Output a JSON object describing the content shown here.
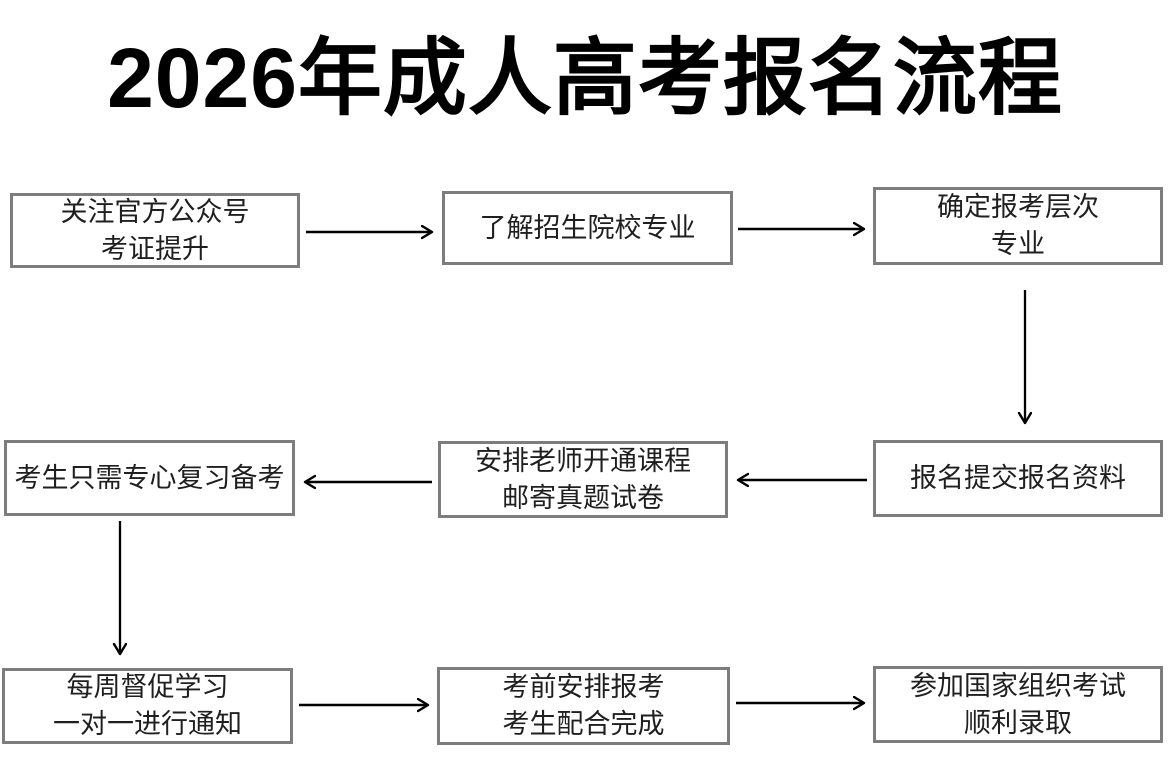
{
  "title": "2026年成人高考报名流程",
  "boxes": [
    {
      "id": "follow-account",
      "lines": [
        "关注官方公众号",
        "考证提升"
      ]
    },
    {
      "id": "learn-majors",
      "lines": [
        "了解招生院校专业"
      ]
    },
    {
      "id": "confirm-level",
      "lines": [
        "确定报考层次",
        "专业"
      ]
    },
    {
      "id": "submit-materials",
      "lines": [
        "报名提交报名资料"
      ]
    },
    {
      "id": "teacher-course",
      "lines": [
        "安排老师开通课程",
        "邮寄真题试卷"
      ]
    },
    {
      "id": "focus-review",
      "lines": [
        "考生只需专心复习备考"
      ]
    },
    {
      "id": "weekly-supervise",
      "lines": [
        "每周督促学习",
        "一对一进行通知"
      ]
    },
    {
      "id": "preexam-arrange",
      "lines": [
        "考前安排报考",
        "考生配合完成"
      ]
    },
    {
      "id": "national-exam",
      "lines": [
        "参加国家组织考试",
        "顺利录取"
      ]
    }
  ],
  "flow_order": [
    [
      "关注官方公众号 考证提升",
      "了解招生院校专业"
    ],
    [
      "了解招生院校专业",
      "确定报考层次 专业"
    ],
    [
      "确定报考层次 专业",
      "报名提交报名资料"
    ],
    [
      "报名提交报名资料",
      "安排老师开通课程 邮寄真题试卷"
    ],
    [
      "安排老师开通课程 邮寄真题试卷",
      "考生只需专心复习备考"
    ],
    [
      "考生只需专心复习备考",
      "每周督促学习 一对一进行通知"
    ],
    [
      "每周督促学习 一对一进行通知",
      "考前安排报考 考生配合完成"
    ],
    [
      "考前安排报考 考生配合完成",
      "参加国家组织考试 顺利录取"
    ]
  ],
  "colors": {
    "background": "#ffffff",
    "title": "#000000",
    "box_border": "#7d7d7d",
    "box_text": "#1f1f1f",
    "arrow": "#000000"
  }
}
